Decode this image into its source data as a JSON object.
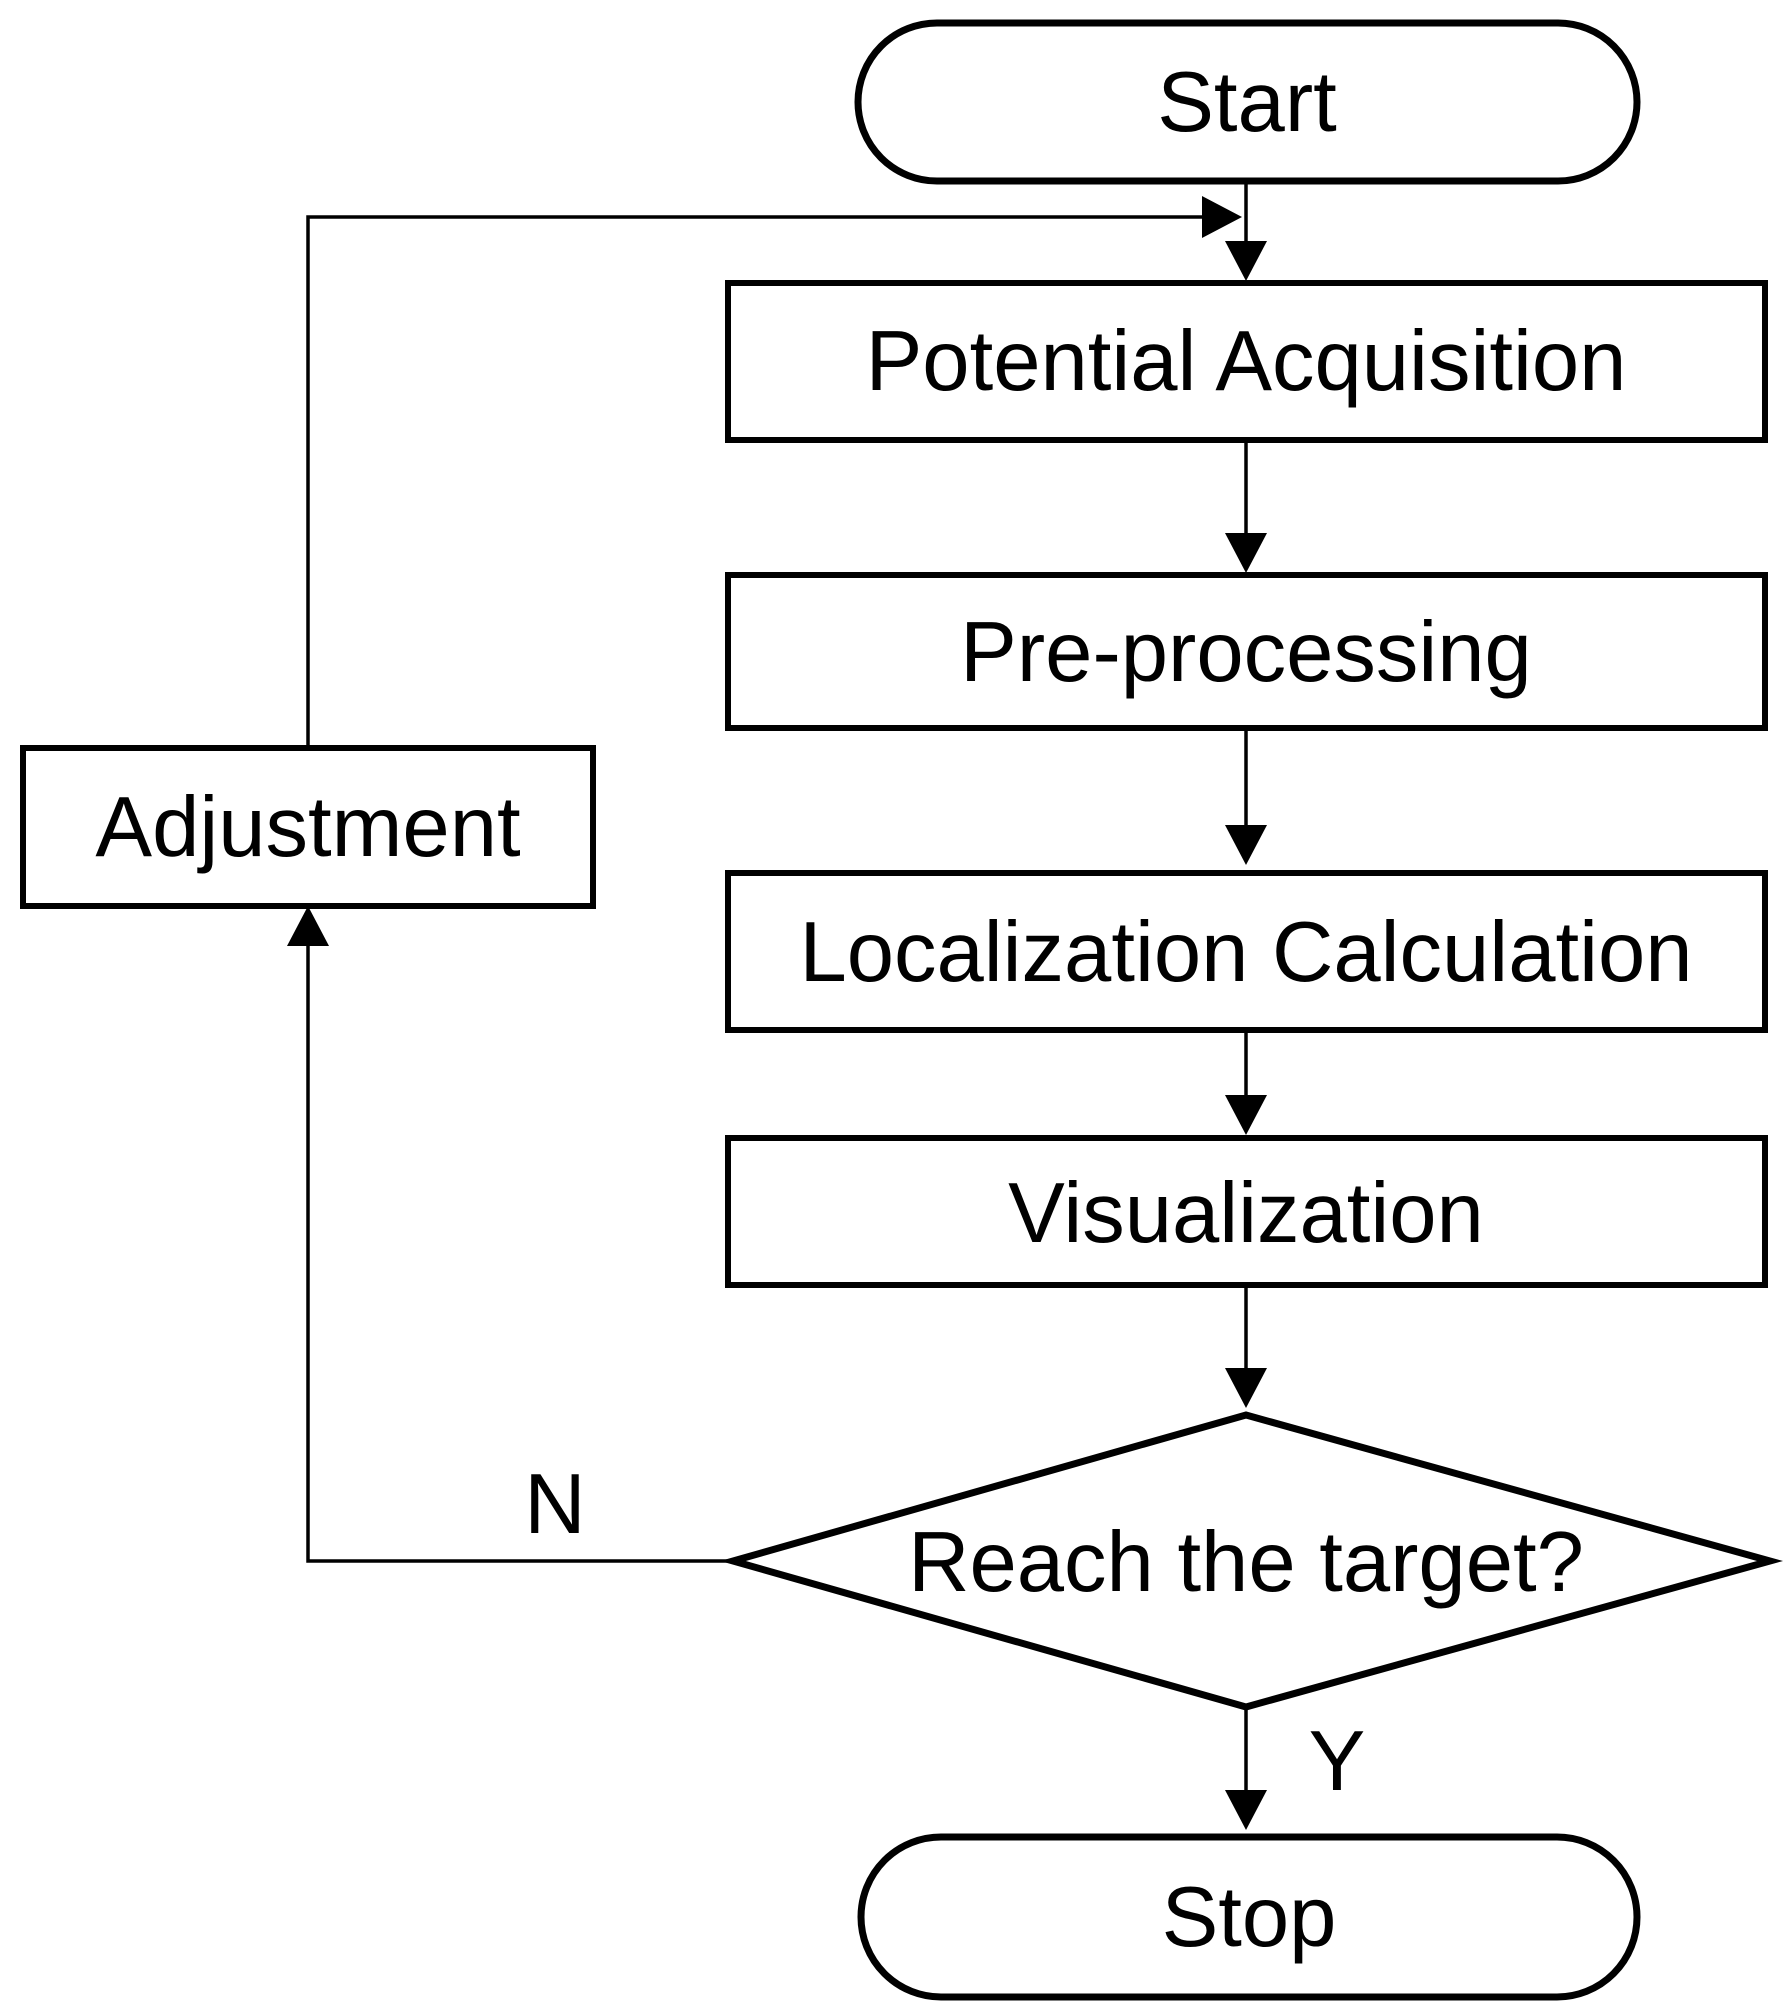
{
  "figure": {
    "type": "flowchart",
    "colors": {
      "background": "#ffffff",
      "shape_fill": "#ffffff",
      "line": "#000000",
      "text": "#000000"
    },
    "nodes": {
      "start": {
        "shape": "terminator",
        "label": "Start"
      },
      "potential_acquisition": {
        "shape": "process",
        "label": "Potential Acquisition"
      },
      "pre_processing": {
        "shape": "process",
        "label": "Pre-processing"
      },
      "localization_calculation": {
        "shape": "process",
        "label": "Localization Calculation"
      },
      "visualization": {
        "shape": "process",
        "label": "Visualization"
      },
      "reach_target": {
        "shape": "decision",
        "label": "Reach the target?"
      },
      "adjustment": {
        "shape": "process",
        "label": "Adjustment"
      },
      "stop": {
        "shape": "terminator",
        "label": "Stop"
      }
    },
    "edge_labels": {
      "no": "N",
      "yes": "Y"
    },
    "edges": [
      {
        "from": "start",
        "to": "potential_acquisition"
      },
      {
        "from": "potential_acquisition",
        "to": "pre_processing"
      },
      {
        "from": "pre_processing",
        "to": "localization_calculation"
      },
      {
        "from": "localization_calculation",
        "to": "visualization"
      },
      {
        "from": "visualization",
        "to": "reach_target"
      },
      {
        "from": "reach_target",
        "to": "adjustment",
        "label": "N"
      },
      {
        "from": "adjustment",
        "to": "potential_acquisition"
      },
      {
        "from": "reach_target",
        "to": "stop",
        "label": "Y"
      }
    ]
  }
}
